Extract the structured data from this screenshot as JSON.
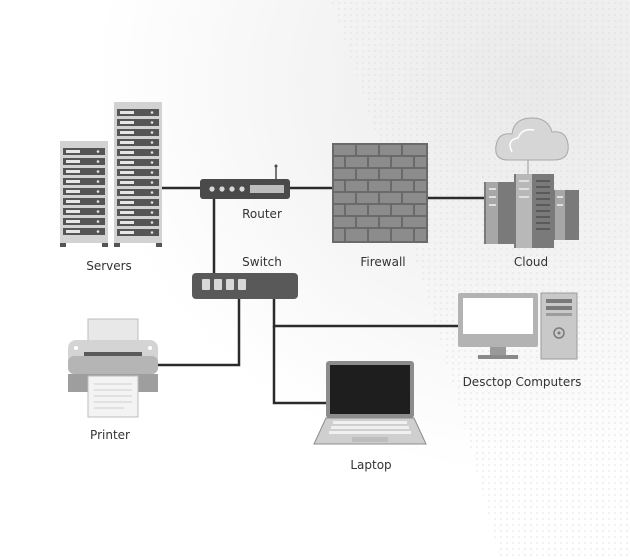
{
  "labels": {
    "servers": "Servers",
    "router": "Router",
    "switch": "Switch",
    "firewall": "Firewall",
    "cloud": "Cloud",
    "printer": "Printer",
    "desktop": "Desctop Computers",
    "laptop": "Laptop"
  },
  "colors": {
    "line": "#2b2b2b",
    "device_dark": "#4a4a4a",
    "device_mid": "#8a8a8a",
    "device_light": "#cfcfcf",
    "brick": "#6f6f6f",
    "screen": "#1e1e1e",
    "label": "#333333"
  },
  "icons": [
    "server-rack-icon",
    "router-icon",
    "switch-icon",
    "firewall-icon",
    "cloud-servers-icon",
    "printer-icon",
    "desktop-computer-icon",
    "laptop-icon"
  ]
}
